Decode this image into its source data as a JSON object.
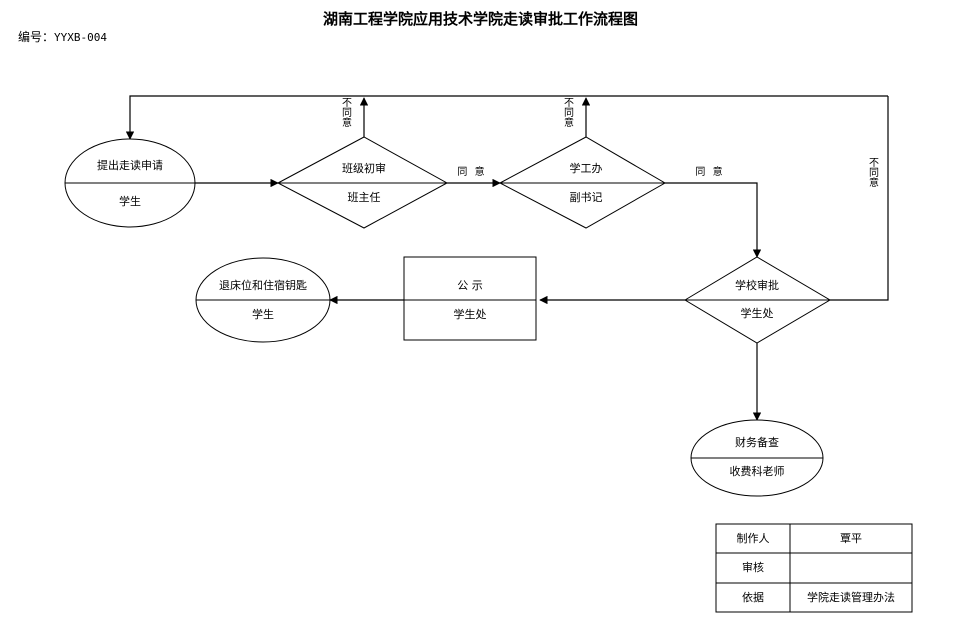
{
  "document": {
    "title": "湖南工程学院应用技术学院走读审批工作流程图",
    "number_label": "编号：",
    "number_value": "YYXB-004"
  },
  "flowchart": {
    "nodes": [
      {
        "id": "apply",
        "shape": "ellipse",
        "top": "提出走读申请",
        "bottom": "学生"
      },
      {
        "id": "class",
        "shape": "diamond",
        "top": "班级初审",
        "bottom": "班主任"
      },
      {
        "id": "office",
        "shape": "diamond",
        "top": "学工办",
        "bottom": "副书记"
      },
      {
        "id": "school",
        "shape": "diamond",
        "top": "学校审批",
        "bottom": "学生处"
      },
      {
        "id": "publicity",
        "shape": "rectangle",
        "top": "公  示",
        "bottom": "学生处"
      },
      {
        "id": "return",
        "shape": "ellipse",
        "top": "退床位和住宿钥匙",
        "bottom": "学生"
      },
      {
        "id": "finance",
        "shape": "ellipse",
        "top": "财务备查",
        "bottom": "收费科老师"
      }
    ],
    "edge_labels": {
      "agree_1": "同  意",
      "agree_2": "同  意",
      "disagree_class": "不同意",
      "disagree_office": "不同意",
      "disagree_school": "不同意"
    }
  },
  "signoff_table": {
    "rows": [
      {
        "label": "制作人",
        "value": "覃平"
      },
      {
        "label": "审核",
        "value": ""
      },
      {
        "label": "依据",
        "value": "学院走读管理办法"
      }
    ]
  }
}
